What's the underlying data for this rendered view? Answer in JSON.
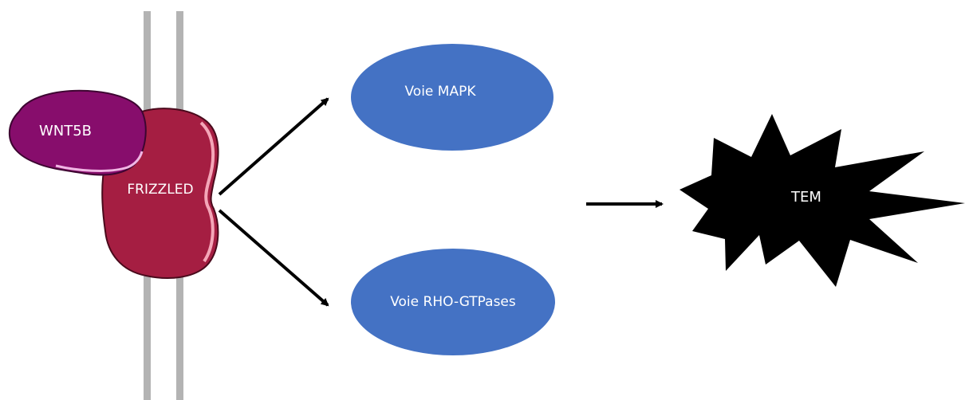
{
  "labels": {
    "wnt5b": "WNT5B",
    "frizzled": "FRIZZLED",
    "mapk": "Voie MAPK",
    "rho": "Voie RHO-GTPases",
    "tem": "TEM"
  },
  "colors": {
    "membrane": "#b3b3b3",
    "wnt5b": "#870d6c",
    "frizzled": "#a51e42",
    "pathway": "#4472c4",
    "arrow": "#000000",
    "tem": "#000000",
    "label_text": "#ffffff"
  }
}
